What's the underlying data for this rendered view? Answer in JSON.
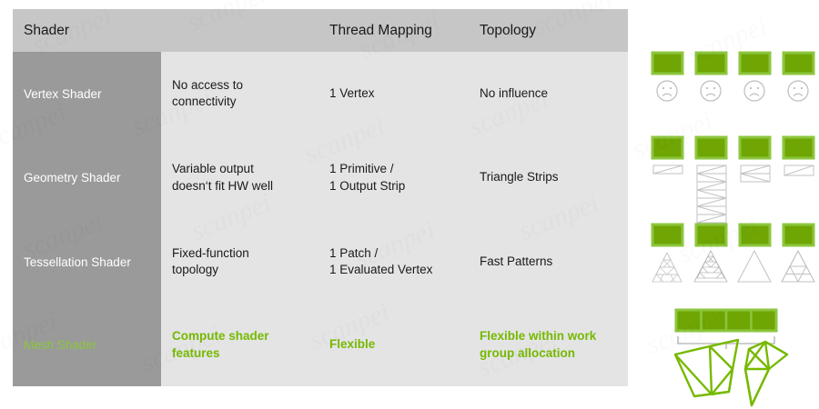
{
  "table": {
    "headers": [
      {
        "label": "Shader",
        "name": "header-shader"
      },
      {
        "label": "",
        "name": "header-description"
      },
      {
        "label": "Thread Mapping",
        "name": "header-thread-mapping"
      },
      {
        "label": "Topology",
        "name": "header-topology"
      }
    ],
    "rows": [
      {
        "shader": "Vertex Shader",
        "description_line1": "No access to",
        "description_line2": "connectivity",
        "thread_mapping_line1": "1 Vertex",
        "thread_mapping_line2": "",
        "topology_line1": "No influence",
        "topology_line2": "",
        "highlight": false
      },
      {
        "shader": "Geometry Shader",
        "description_line1": "Variable output",
        "description_line2": "doesn‘t fit HW well",
        "thread_mapping_line1": "1 Primitive /",
        "thread_mapping_line2": "1 Output Strip",
        "topology_line1": "Triangle Strips",
        "topology_line2": "",
        "highlight": false
      },
      {
        "shader": "Tessellation Shader",
        "description_line1": "Fixed-function",
        "description_line2": "topology",
        "thread_mapping_line1": "1 Patch /",
        "thread_mapping_line2": "1 Evaluated Vertex",
        "topology_line1": "Fast Patterns",
        "topology_line2": "",
        "highlight": false
      },
      {
        "shader": "Mesh Shader",
        "description_line1": "Compute shader",
        "description_line2": "features",
        "thread_mapping_line1": "Flexible",
        "thread_mapping_line2": "",
        "topology_line1": "Flexible within work",
        "topology_line2": "group allocation",
        "highlight": true
      }
    ]
  },
  "diagram": {
    "rows": [
      {
        "name": "vertex-shader-diagram",
        "icon_semantic": "sad-face-icon",
        "blocks": 4,
        "caption": ""
      },
      {
        "name": "geometry-shader-diagram",
        "icon_semantic": "triangle-strip-icon",
        "blocks": 4,
        "caption": ""
      },
      {
        "name": "tessellation-shader-diagram",
        "icon_semantic": "tessellated-triangle-icon",
        "blocks": 4,
        "caption": ""
      },
      {
        "name": "mesh-shader-diagram",
        "icon_semantic": "meshlet-icon",
        "blocks": 4,
        "caption": ""
      }
    ]
  },
  "colors": {
    "accent_green": "#76b900",
    "block_green_fill": "#6fa603",
    "block_green_border": "#8cc63e",
    "mesh_green": "#76b900",
    "header_gray": "#c6c6c6",
    "shader_col_gray": "#9a9a9a",
    "body_gray": "#e4e4e4",
    "outline_gray": "#bdbdbd",
    "text_dark": "#1a1a1a",
    "text_light": "#ffffff"
  },
  "watermark": {
    "text": "scanpei",
    "visible": true
  }
}
